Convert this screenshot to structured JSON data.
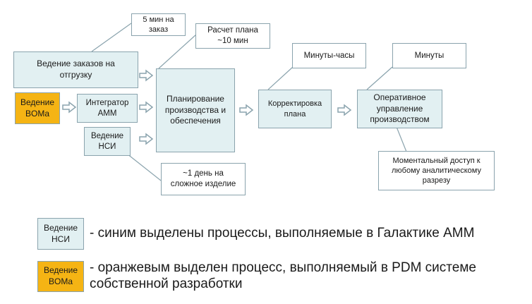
{
  "colors": {
    "process_fill": "#e2f0f2",
    "process_border": "#8aa3ad",
    "orange_fill": "#f5b414",
    "arrow_color": "#8aa3ad"
  },
  "boxes": {
    "orders": "Ведение заказов на\nотгрузку",
    "boma": "Ведение\nBOMa",
    "amm": "Интегратор\nАММ",
    "nsi": "Ведение\nНСИ",
    "planning": "Планирование\nпроизводства и\nобеспечения",
    "correction": "Корректировка\nплана",
    "operational": "Оперативное\nуправление\nпроизводством"
  },
  "notes": {
    "orders_time": "5 мин на\nзаказ",
    "plan_calc": "Расчет плана\n~10 мин",
    "minutes_hours": "Минуты-часы",
    "minutes": "Минуты",
    "nsi_time": "~1 день на\nсложное изделие",
    "analytics": "Моментальный доступ к\nлюбому аналитическому\nразрезу"
  },
  "legend": [
    {
      "swatch_label": "Ведение\nНСИ",
      "text": "- синим выделены процессы, выполняемые в Галактике АММ"
    },
    {
      "swatch_label": "Ведение\nBOMa",
      "text": "- оранжевым выделен процесс, выполняемый в PDM системе\nсобственной разработки"
    }
  ]
}
